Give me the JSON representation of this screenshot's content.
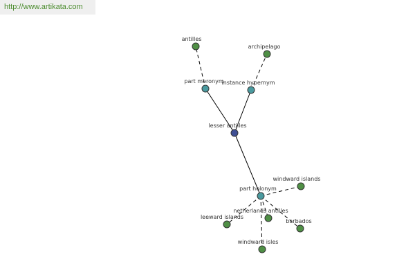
{
  "header": {
    "url_text": "http://www.artikata.com"
  },
  "colors": {
    "center": "#3f4f94",
    "relation": "#4a9a9f",
    "term": "#4f8f45",
    "url_text": "#4b8c2e"
  },
  "graph": {
    "nodes": [
      {
        "id": "lesser-antilles",
        "label": "lesser antilles",
        "kind": "center"
      },
      {
        "id": "part-meronym",
        "label": "part meronym",
        "kind": "relation"
      },
      {
        "id": "instance-hypernym",
        "label": "instance hypernym",
        "kind": "relation"
      },
      {
        "id": "part-holonym",
        "label": "part holonym",
        "kind": "relation"
      },
      {
        "id": "antilles",
        "label": "antilles",
        "kind": "term"
      },
      {
        "id": "archipelago",
        "label": "archipelago",
        "kind": "term"
      },
      {
        "id": "windward-islands",
        "label": "windward islands",
        "kind": "term"
      },
      {
        "id": "netherlands-antilles",
        "label": "netherlands antilles",
        "kind": "term"
      },
      {
        "id": "leeward-islands",
        "label": "leeward islands",
        "kind": "term"
      },
      {
        "id": "barbados",
        "label": "barbados",
        "kind": "term"
      },
      {
        "id": "windward-isles",
        "label": "windward isles",
        "kind": "term"
      }
    ],
    "edges": [
      {
        "from": "lesser-antilles",
        "to": "part-meronym",
        "style": "solid"
      },
      {
        "from": "lesser-antilles",
        "to": "instance-hypernym",
        "style": "solid"
      },
      {
        "from": "lesser-antilles",
        "to": "part-holonym",
        "style": "solid"
      },
      {
        "from": "part-meronym",
        "to": "antilles",
        "style": "dashed"
      },
      {
        "from": "instance-hypernym",
        "to": "archipelago",
        "style": "dashed"
      },
      {
        "from": "part-holonym",
        "to": "windward-islands",
        "style": "dashed"
      },
      {
        "from": "part-holonym",
        "to": "netherlands-antilles",
        "style": "dashed"
      },
      {
        "from": "part-holonym",
        "to": "leeward-islands",
        "style": "dashed"
      },
      {
        "from": "part-holonym",
        "to": "barbados",
        "style": "dashed"
      },
      {
        "from": "part-holonym",
        "to": "windward-isles",
        "style": "dashed"
      }
    ]
  }
}
